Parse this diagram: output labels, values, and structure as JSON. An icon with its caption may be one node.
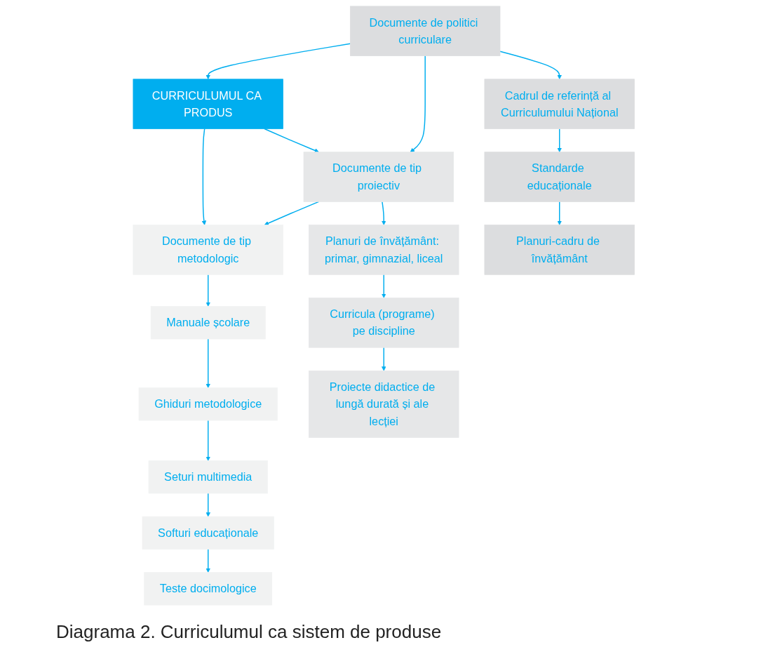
{
  "diagram": {
    "caption": "Diagrama 2. Curriculumul ca sistem de produse",
    "nodes": [
      {
        "text": [
          "CURRICULUMUL CA PRODUS"
        ]
      },
      {
        "text": [
          "Documente de politici curriculare"
        ]
      },
      {
        "text": [
          "Documente de tip proiectiv"
        ]
      },
      {
        "text": [
          "Documente de tip metodologic"
        ]
      },
      {
        "text": [
          "Cadrul de referință al Curriculumului Național"
        ]
      },
      {
        "text": [
          "Standarde educaționale"
        ]
      },
      {
        "text": [
          "Planuri-cadru de învățământ"
        ]
      },
      {
        "text": [
          "Planuri de învățământ: primar, gimnazial, liceal"
        ]
      },
      {
        "text": [
          "Curricula (programe) pe discipline"
        ]
      },
      {
        "text": [
          "Proiecte didactice de lungă durată și ale lecției"
        ]
      },
      {
        "text": [
          "Manuale școlare"
        ]
      },
      {
        "text": [
          "Ghiduri metodologice"
        ]
      },
      {
        "text": [
          "Seturi multimedia"
        ]
      },
      {
        "text": [
          "Softuri educaționale"
        ]
      },
      {
        "text": [
          "Teste docimologice"
        ]
      }
    ],
    "edges": [
      {
        "from": 1,
        "to": 0,
        "arrow": "to"
      },
      {
        "from": 0,
        "to": 2,
        "arrow": "to"
      },
      {
        "from": 0,
        "to": 3,
        "arrow": "to"
      },
      {
        "from": 1,
        "to": 2,
        "arrow": "to"
      },
      {
        "from": 2,
        "to": 3,
        "arrow": "to"
      },
      {
        "from": 1,
        "to": 4,
        "arrow": "to"
      },
      {
        "from": 4,
        "to": 5,
        "arrow": "to"
      },
      {
        "from": 5,
        "to": 6,
        "arrow": "to"
      },
      {
        "from": 2,
        "to": 7,
        "arrow": "to"
      },
      {
        "from": 7,
        "to": 8,
        "arrow": "to"
      },
      {
        "from": 8,
        "to": 9,
        "arrow": "to"
      },
      {
        "from": 3,
        "to": 10,
        "arrow": "to"
      },
      {
        "from": 10,
        "to": 11,
        "arrow": "to"
      },
      {
        "from": 11,
        "to": 12,
        "arrow": "to"
      },
      {
        "from": 12,
        "to": 13,
        "arrow": "to"
      },
      {
        "from": 13,
        "to": 14,
        "arrow": "to"
      }
    ]
  }
}
